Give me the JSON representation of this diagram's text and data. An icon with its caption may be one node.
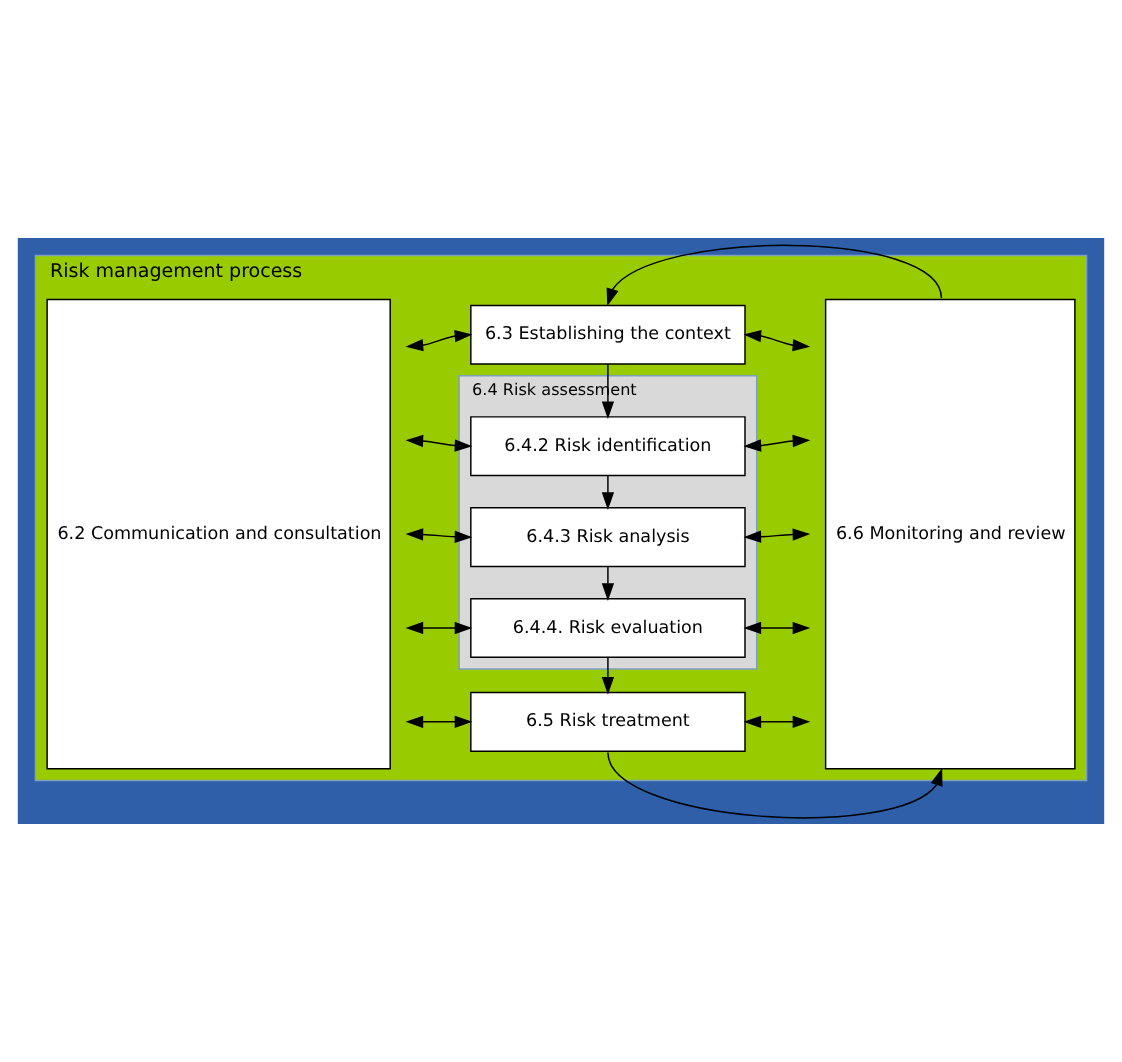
{
  "diagram": {
    "nodes": [
      {
        "text": [
          "Risk management process"
        ]
      },
      {
        "text": [
          "6.2 Communication and consultation"
        ],
        "in": 0
      },
      {
        "text": [
          "6.3 Establishing the context"
        ],
        "in": 0
      },
      {
        "text": [
          "6.4 Risk assessment"
        ],
        "in": 0
      },
      {
        "text": [
          "6.4.2 Risk identification"
        ],
        "in": 3
      },
      {
        "text": [
          "6.4.3 Risk analysis"
        ],
        "in": 3
      },
      {
        "text": [
          "6.4.4. Risk evaluation"
        ],
        "in": 3
      },
      {
        "text": [
          "6.5 Risk treatment"
        ],
        "in": 0
      },
      {
        "text": [
          "6.6 Monitoring and review"
        ],
        "in": 0
      }
    ],
    "edges": [
      {
        "from": 1,
        "to": 2,
        "arrow": "both"
      },
      {
        "from": 2,
        "to": 8,
        "arrow": "both"
      },
      {
        "from": 8,
        "to": 2,
        "arrow": "to"
      },
      {
        "from": 2,
        "to": 4,
        "arrow": "to"
      },
      {
        "from": 1,
        "to": 4,
        "arrow": "both"
      },
      {
        "from": 4,
        "to": 8,
        "arrow": "both"
      },
      {
        "from": 4,
        "to": 5,
        "arrow": "to"
      },
      {
        "from": 1,
        "to": 5,
        "arrow": "both"
      },
      {
        "from": 5,
        "to": 8,
        "arrow": "both"
      },
      {
        "from": 5,
        "to": 6,
        "arrow": "to"
      },
      {
        "from": 1,
        "to": 6,
        "arrow": "both"
      },
      {
        "from": 6,
        "to": 8,
        "arrow": "both"
      },
      {
        "from": 6,
        "to": 7,
        "arrow": "to"
      },
      {
        "from": 1,
        "to": 7,
        "arrow": "both"
      },
      {
        "from": 7,
        "to": 8,
        "arrow": "both"
      },
      {
        "from": 7,
        "to": 8,
        "arrow": "to"
      }
    ]
  }
}
